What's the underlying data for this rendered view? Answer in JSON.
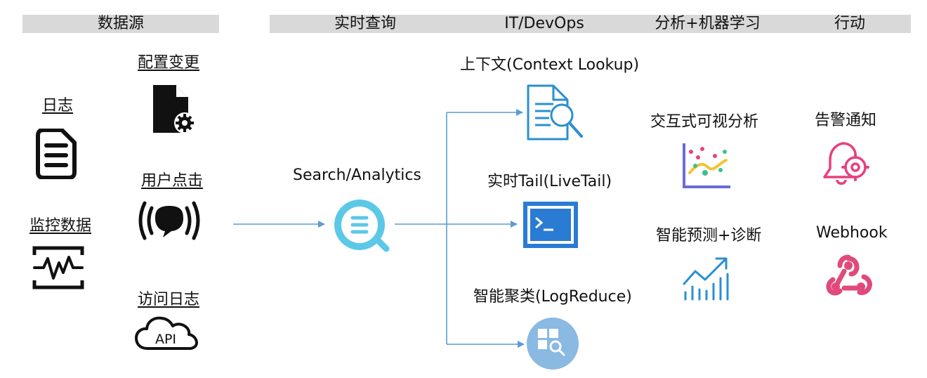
{
  "header": {
    "data_sources": "数据源",
    "realtime_query": "实时查询",
    "it_devops": "IT/DevOps",
    "analytics_ml": "分析+机器学习",
    "action": "行动"
  },
  "sources": {
    "logs": "日志",
    "config_change": "配置变更",
    "user_click": "用户点击",
    "monitoring_data": "监控数据",
    "access_log": "访问日志",
    "api_icon_text": "API"
  },
  "query": {
    "search_analytics": "Search/Analytics"
  },
  "devops": {
    "context_lookup": "上下文(Context Lookup)",
    "live_tail": "实时Tail(LiveTail)",
    "log_reduce": "智能聚类(LogReduce)"
  },
  "analytics": {
    "interactive_viz": "交互式可视分析",
    "smart_predict": "智能预测+诊断"
  },
  "actions": {
    "alert_notify": "告警通知",
    "webhook": "Webhook"
  },
  "colors": {
    "header_bg": "#d9d9d9",
    "connector": "#5b9bd5",
    "search_icon": "#5cc8e8",
    "terminal_blue": "#2a7bd3",
    "pink_accent": "#e8407f"
  }
}
